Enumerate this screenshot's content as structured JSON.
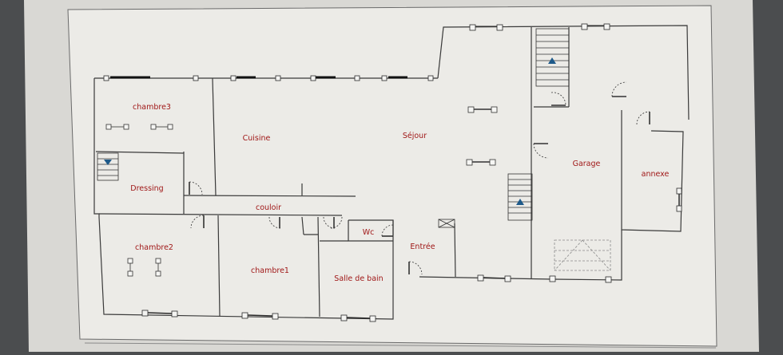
{
  "plan": {
    "rooms": [
      {
        "id": "chambre3",
        "label": "chambre3"
      },
      {
        "id": "cuisine",
        "label": "Cuisine"
      },
      {
        "id": "sejour",
        "label": "Séjour"
      },
      {
        "id": "dressing",
        "label": "Dressing"
      },
      {
        "id": "couloir",
        "label": "couloir"
      },
      {
        "id": "chambre2",
        "label": "chambre2"
      },
      {
        "id": "chambre1",
        "label": "chambre1"
      },
      {
        "id": "wc",
        "label": "Wc"
      },
      {
        "id": "entree",
        "label": "Entrée"
      },
      {
        "id": "salle-de-bain",
        "label": "Salle de bain"
      },
      {
        "id": "garage",
        "label": "Garage"
      },
      {
        "id": "annexe",
        "label": "annexe"
      }
    ]
  },
  "colors": {
    "label": "#a01818",
    "wall": "#3a3a3a",
    "paper": "#ecebe7",
    "stair_arrow": "#1e5a8a"
  }
}
